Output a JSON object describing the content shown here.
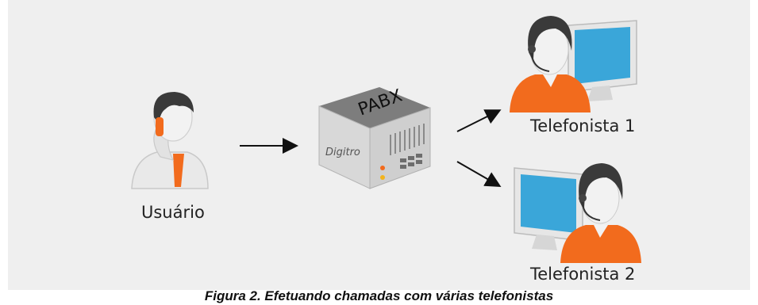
{
  "diagram": {
    "nodes": {
      "user": {
        "label": "Usuário",
        "icon": "user-on-phone-icon"
      },
      "pabx": {
        "box_label": "PABX",
        "brand": "Digitro",
        "icon": "pabx-server-icon"
      },
      "operator1": {
        "label": "Telefonista 1",
        "icon": "operator-headset-monitor-icon"
      },
      "operator2": {
        "label": "Telefonista 2",
        "icon": "operator-headset-monitor-icon"
      }
    },
    "colors": {
      "background": "#efefef",
      "orange_shirt": "#f26b1d",
      "monitor_screen": "#3aa6d9",
      "hair": "#3a3a3a",
      "arrow": "#111111"
    }
  },
  "caption": "Figura 2. Efetuando chamadas com várias telefonistas"
}
